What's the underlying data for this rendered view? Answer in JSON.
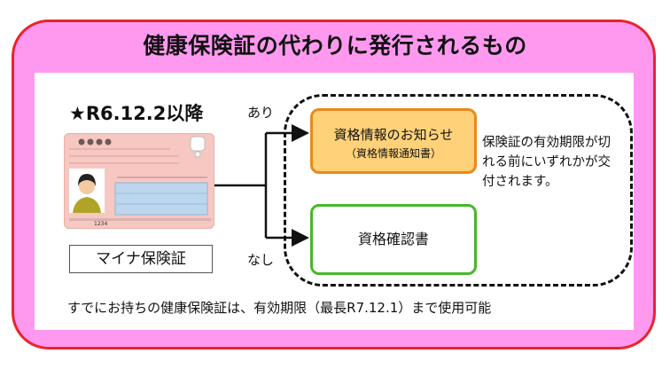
{
  "title": "健康保険証の代わりに発行されるもの",
  "since_label": "★R6.12.2以降",
  "card": {
    "caption": "マイナ保険証",
    "serial": "1234"
  },
  "branches": {
    "yes": "あり",
    "no": "なし"
  },
  "notice": {
    "main": "資格情報のお知らせ",
    "sub": "（資格情報通知書）"
  },
  "certificate": "資格確認書",
  "expiry_note": "保険証の有効期限が切れる前にいずれかが交付されます。",
  "footer": "すでにお持ちの健康保険証は、有効期限（最長R7.12.1）まで使用可能",
  "colors": {
    "frame_border": "#e8242c",
    "frame_fill": "#ff99f0",
    "notice_fill": "#ffd27a",
    "notice_border": "#e88a1a",
    "certificate_border": "#46b82a",
    "card_fill": "#f7c7c2"
  }
}
